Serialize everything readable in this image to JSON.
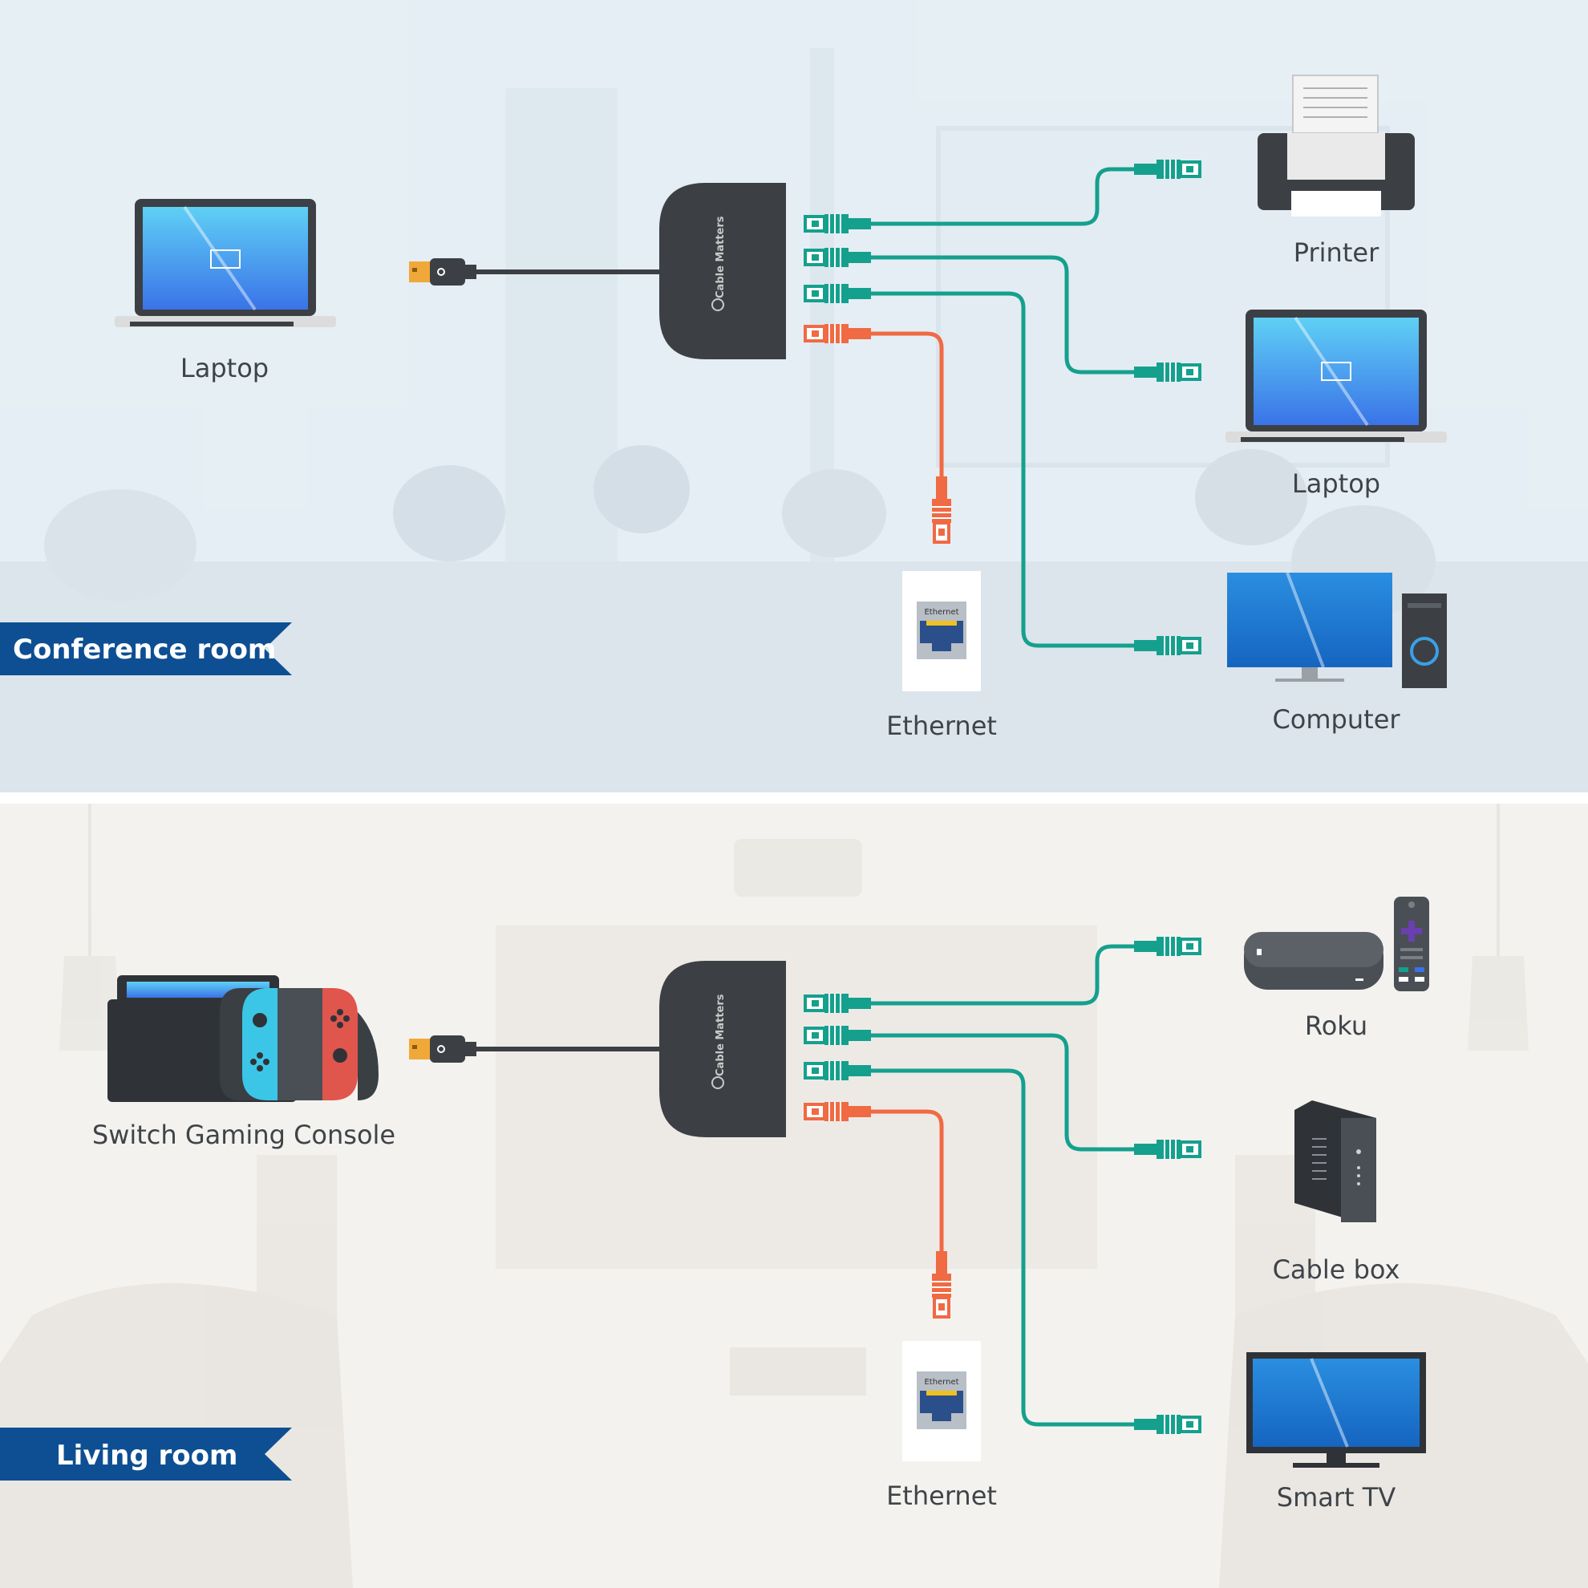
{
  "colors": {
    "teal": "#15a08e",
    "orange": "#f06a43",
    "hub": "#3c4044",
    "banner": "#0e4f93",
    "conference_bg": "#e9f1f6",
    "living_bg": "#f4f2ee",
    "label": "#3e4449"
  },
  "brand": "Cable Matters",
  "jack_label": "Ethernet",
  "conference": {
    "banner": "Conference room",
    "source": {
      "label": "Laptop",
      "icon": "laptop-icon"
    },
    "wall_jack": {
      "label": "Ethernet",
      "icon": "ethernet-jack-icon"
    },
    "devices": [
      {
        "label": "Printer",
        "icon": "printer-icon"
      },
      {
        "label": "Laptop",
        "icon": "laptop-icon"
      },
      {
        "label": "Computer",
        "icon": "desktop-computer-icon"
      }
    ]
  },
  "living": {
    "banner": "Living room",
    "source": {
      "label": "Switch Gaming Console",
      "icon": "game-console-icon"
    },
    "wall_jack": {
      "label": "Ethernet",
      "icon": "ethernet-jack-icon"
    },
    "devices": [
      {
        "label": "Roku",
        "icon": "streaming-box-icon"
      },
      {
        "label": "Cable box",
        "icon": "cable-box-icon"
      },
      {
        "label": "Smart TV",
        "icon": "smart-tv-icon"
      }
    ]
  }
}
